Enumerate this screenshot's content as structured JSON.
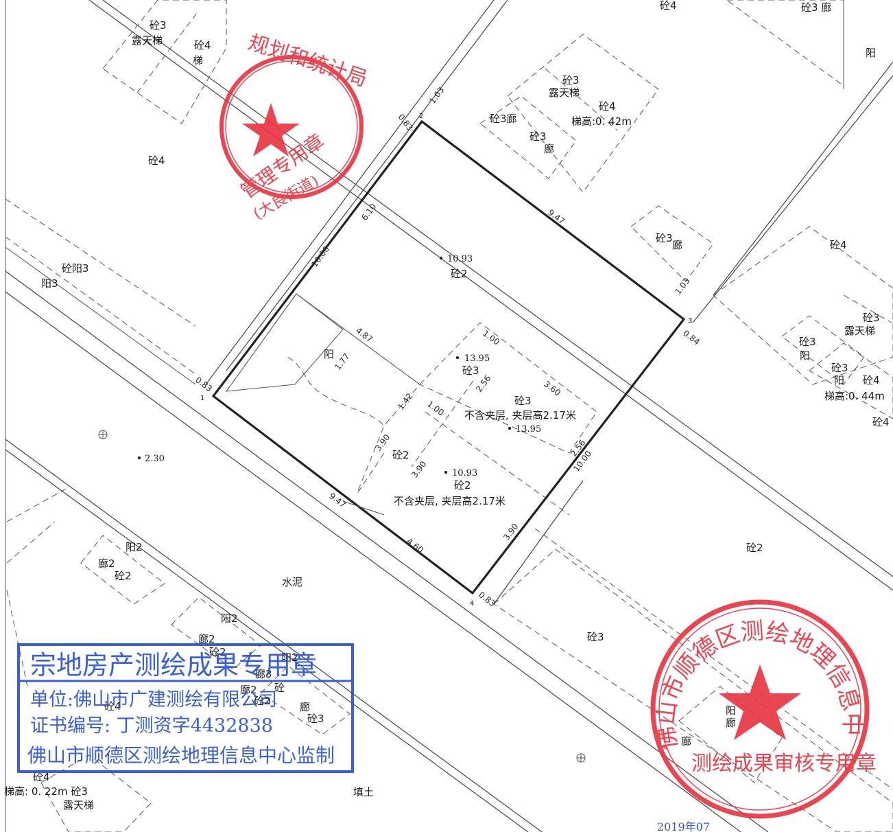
{
  "parcel": {
    "points": [
      "1",
      "2",
      "3",
      "4"
    ],
    "dimensions": {
      "side_12": "10.00",
      "side_12_part": "6.10",
      "side_23": "9.47",
      "side_34": "10.00",
      "side_34_part_a": "2.56",
      "side_34_part_b": "3.90",
      "side_41": "9.47",
      "side_41_part": "4.60",
      "inner_487": "4.87",
      "inner_177": "1.77",
      "inner_142": "1.42",
      "inner_390a": "3.90",
      "inner_390b": "3.90",
      "inner_100a": "1.00",
      "inner_100b": "1.00",
      "inner_256": "2.56",
      "inner_360": "3.60",
      "off_083_a": "0.83",
      "off_103_a": "1.03",
      "off_103_b": "1.03",
      "off_084": "0.84",
      "off_083_b": "0.83",
      "off_083_c": "0.83"
    },
    "elevations": {
      "main": "10.93",
      "mid": "13.95",
      "right": "13.95",
      "lower": "10.93",
      "road": "2.30"
    },
    "labels": {
      "main": "砼2",
      "yard": "阳",
      "mid": "砼3",
      "right_block": "砼3",
      "right_note": "不含夹层, 夹层高2.17米",
      "lower_left": "砼2",
      "lower_block": "砼2",
      "lower_note": "不含夹层, 夹层高2.17米"
    }
  },
  "surroundings": {
    "tl_1": "砼3",
    "tl_2": "露天梯",
    "tl_3": "砼4",
    "tl_4": "梯",
    "tl_5": "砼4",
    "top_1": "砼4",
    "top_2": "砼3 廊",
    "top_3": "阳",
    "n_1": "砼3",
    "n_2": "露天梯",
    "n_3": "砼4",
    "n_4": "梯高:0. 42m",
    "n_5": "砼3廊",
    "n_6": "砼3",
    "n_7": "廊",
    "ne_1": "砼3",
    "ne_2": "廊",
    "e_1": "砼4",
    "e_2": "砼3",
    "e_3": "露天梯",
    "e_4": "砼3",
    "e_5": "阳",
    "e_6": "砼3",
    "e_7": "阳",
    "e_8": "砼4",
    "e_9": "梯高:0. 44m",
    "e_10": "砼4",
    "w_1": "砼阳3",
    "w_2": "阳3",
    "road": "水泥",
    "sw_1": "阳2",
    "sw_2": "廊2",
    "sw_3": "砼2",
    "sw_4": "阳2",
    "sw_5": "廊2",
    "sw_6": "砼2",
    "sw_7": "阳2",
    "sw_8": "廊3",
    "sw_9": "廊2",
    "sw_10": "砼2",
    "sw_11": "砼4",
    "sw_12": "砼",
    "sw_13": "廊",
    "sw_14": "砼3",
    "se_1": "砼2",
    "se_2": "砼3",
    "se_3": "阳",
    "se_4": "廊",
    "se_5": "廊",
    "bl_1": "砼4",
    "bl_2": "梯高: 0. 22m 砼3",
    "bl_3": "露天梯",
    "bottom": "填土"
  },
  "stamp_planning": {
    "text_arc": "规划和统计局",
    "text_mid": "管理专用章",
    "text_sub": "(大良街道)",
    "color": "#e8323f"
  },
  "stamp_survey": {
    "text_arc": "佛山市顺德区测绘地理信息中心",
    "text_bottom": "测绘成果审核专用章",
    "color": "#e8323f"
  },
  "stamp_blue": {
    "title": "宗地房产测绘成果专用章",
    "unit": "单位:佛山市广建测绘有限公司",
    "cert": "证书编号: 丁测资字4432838",
    "supervisor": "佛山市顺德区测绘地理信息中心监制",
    "color": "#2a52d9"
  },
  "bottom_partial": "2019年07"
}
